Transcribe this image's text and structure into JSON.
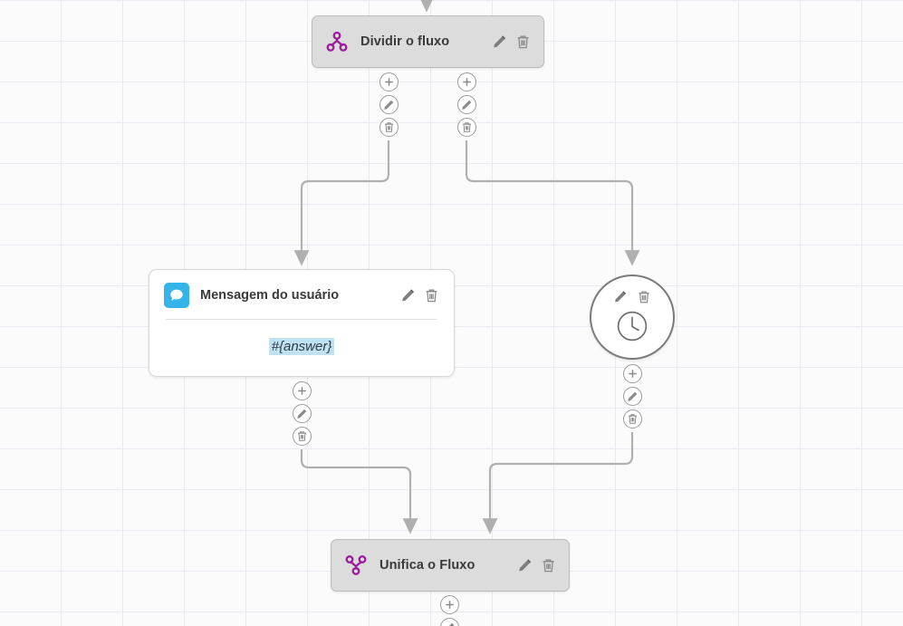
{
  "canvas": {
    "background_color": "#fbfbfb",
    "grid_line_color": "#e7eaf2",
    "grid_size": 45
  },
  "palette": {
    "node_purple": "#9c1a9c",
    "chat_blue": "#34b4e8",
    "variable_highlight": "#bfe1f1",
    "pill_fill": "#dcdcdc",
    "edge_gray": "#b0b0b0",
    "icon_gray": "#808080"
  },
  "nodes": [
    {
      "id": "split",
      "type": "split",
      "title": "Dividir o fluxo",
      "icon": "split-branch-icon",
      "edit_label": "Editar",
      "delete_label": "Excluir"
    },
    {
      "id": "user-message",
      "type": "message-card",
      "title": "Mensagem do usuário",
      "icon": "chat-bubble-icon",
      "body_variable": "#{answer}",
      "edit_label": "Editar",
      "delete_label": "Excluir"
    },
    {
      "id": "delay",
      "type": "delay-circle",
      "title": "",
      "icon": "clock-icon",
      "edit_label": "Editar",
      "delete_label": "Excluir"
    },
    {
      "id": "merge",
      "type": "merge",
      "title": "Unifica o Fluxo",
      "icon": "merge-branch-icon",
      "edit_label": "Editar",
      "delete_label": "Excluir"
    }
  ],
  "port_stacks": [
    {
      "id": "split-out-left",
      "buttons": [
        "add-icon",
        "edit-icon",
        "delete-icon"
      ]
    },
    {
      "id": "split-out-right",
      "buttons": [
        "add-icon",
        "edit-icon",
        "delete-icon"
      ]
    },
    {
      "id": "message-out",
      "buttons": [
        "add-icon",
        "edit-icon",
        "delete-icon"
      ]
    },
    {
      "id": "delay-out",
      "buttons": [
        "add-icon",
        "edit-icon",
        "delete-icon"
      ]
    },
    {
      "id": "merge-out",
      "buttons": [
        "add-icon",
        "edit-icon"
      ]
    }
  ],
  "port_button_labels": {
    "add-icon": "Adicionar",
    "edit-icon": "Editar",
    "delete-icon": "Excluir"
  }
}
